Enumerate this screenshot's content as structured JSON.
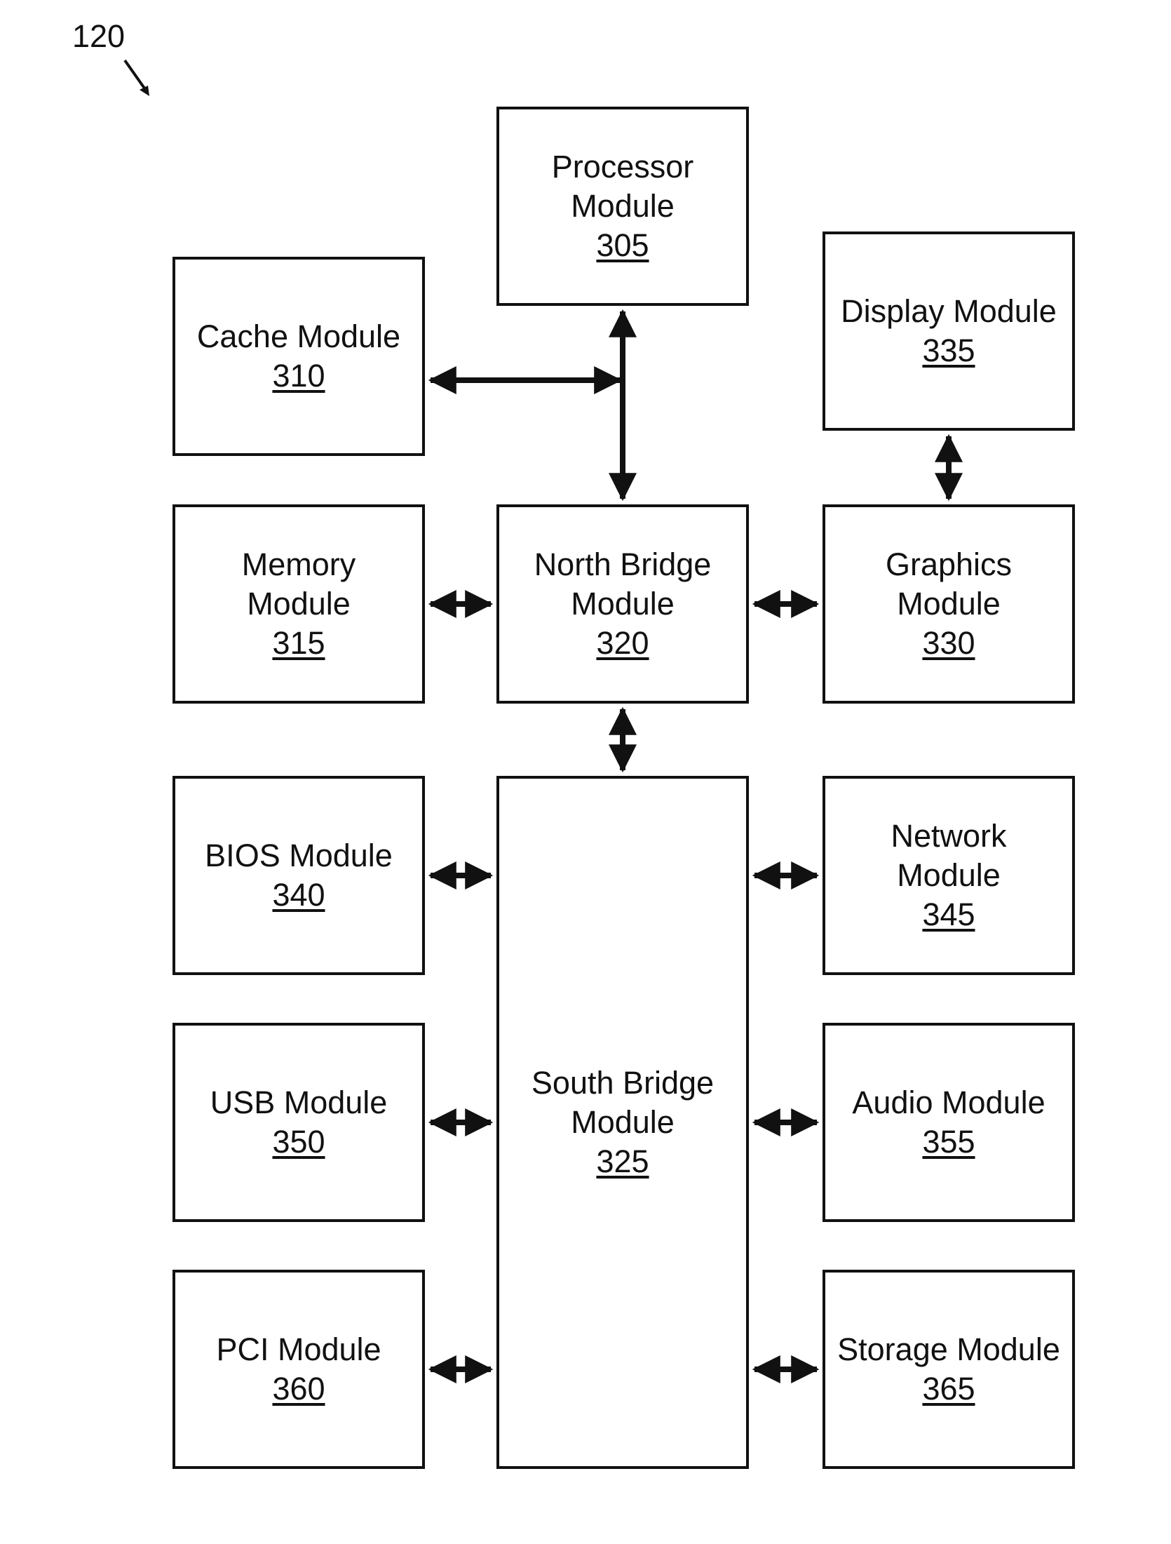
{
  "figure": {
    "ref": "120"
  },
  "modules": {
    "processor": {
      "title_line1": "Processor",
      "title_line2": "Module",
      "ref": "305"
    },
    "cache": {
      "title_line1": "Cache Module",
      "ref": "310"
    },
    "display": {
      "title_line1": "Display Module",
      "ref": "335"
    },
    "memory": {
      "title_line1": "Memory",
      "title_line2": "Module",
      "ref": "315"
    },
    "north": {
      "title_line1": "North Bridge",
      "title_line2": "Module",
      "ref": "320"
    },
    "graphics": {
      "title_line1": "Graphics",
      "title_line2": "Module",
      "ref": "330"
    },
    "bios": {
      "title_line1": "BIOS Module",
      "ref": "340"
    },
    "south": {
      "title_line1": "South Bridge",
      "title_line2": "Module",
      "ref": "325"
    },
    "network": {
      "title_line1": "Network",
      "title_line2": "Module",
      "ref": "345"
    },
    "usb": {
      "title_line1": "USB Module",
      "ref": "350"
    },
    "audio": {
      "title_line1": "Audio Module",
      "ref": "355"
    },
    "pci": {
      "title_line1": "PCI Module",
      "ref": "360"
    },
    "storage": {
      "title_line1": "Storage Module",
      "ref": "365"
    }
  },
  "connections": [
    {
      "from": "processor",
      "to": "north"
    },
    {
      "from": "cache",
      "to": "processor-north-bus"
    },
    {
      "from": "display",
      "to": "graphics"
    },
    {
      "from": "memory",
      "to": "north"
    },
    {
      "from": "north",
      "to": "graphics"
    },
    {
      "from": "north",
      "to": "south"
    },
    {
      "from": "bios",
      "to": "south"
    },
    {
      "from": "south",
      "to": "network"
    },
    {
      "from": "usb",
      "to": "south"
    },
    {
      "from": "south",
      "to": "audio"
    },
    {
      "from": "pci",
      "to": "south"
    },
    {
      "from": "south",
      "to": "storage"
    }
  ]
}
